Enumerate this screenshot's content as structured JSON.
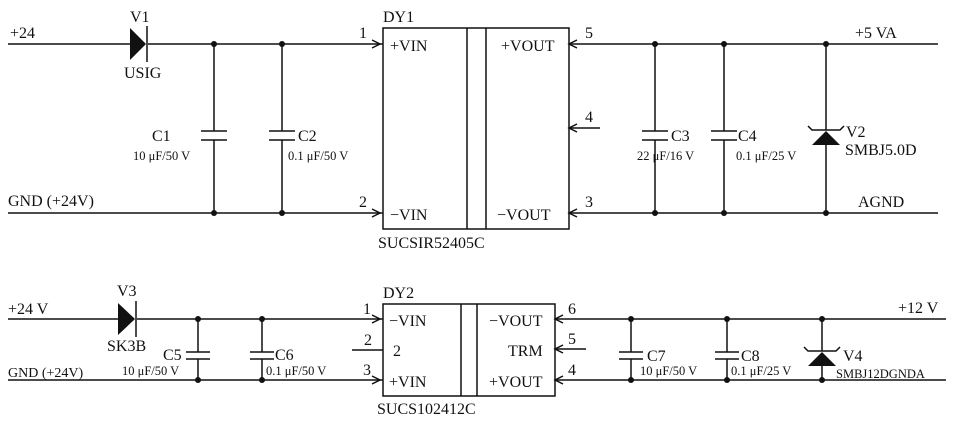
{
  "nets": {
    "in_pos_1": "+24",
    "in_gnd_1": "GND (+24V)",
    "out_pos_1": "+5 VA",
    "out_gnd_1": "AGND",
    "in_pos_2": "+24 V",
    "in_gnd_2": "GND (+24V)",
    "out_pos_2": "+12 V"
  },
  "diodes": {
    "v1": {
      "ref": "V1",
      "part": "USIG"
    },
    "v3": {
      "ref": "V3",
      "part": "SK3B"
    }
  },
  "tvs": {
    "v2": {
      "ref": "V2",
      "part": "SMBJ5.0D"
    },
    "v4": {
      "ref": "V4",
      "part": "SMBJ12DGNDA"
    }
  },
  "capacitors": {
    "c1": {
      "ref": "C1",
      "value": "10 μF/50 V"
    },
    "c2": {
      "ref": "C2",
      "value": "0.1 μF/50 V"
    },
    "c3": {
      "ref": "C3",
      "value": "22 μF/16 V"
    },
    "c4": {
      "ref": "C4",
      "value": "0.1 μF/25 V"
    },
    "c5": {
      "ref": "C5",
      "value": "10 μF/50 V"
    },
    "c6": {
      "ref": "C6",
      "value": "0.1 μF/50 V"
    },
    "c7": {
      "ref": "C7",
      "value": "10 μF/50 V"
    },
    "c8": {
      "ref": "C8",
      "value": "0.1 μF/25 V"
    }
  },
  "dy1": {
    "ref": "DY1",
    "part": "SUCSIR52405C",
    "pins": {
      "p1": {
        "num": "1",
        "name": "+VIN"
      },
      "p2": {
        "num": "2",
        "name": "−VIN"
      },
      "p5": {
        "num": "5",
        "name": "+VOUT"
      },
      "p4": {
        "num": "4",
        "name": ""
      },
      "p3": {
        "num": "3",
        "name": "−VOUT"
      }
    }
  },
  "dy2": {
    "ref": "DY2",
    "part": "SUCS102412C",
    "pins": {
      "p1": {
        "num": "1",
        "name": "−VIN"
      },
      "p2": {
        "num": "2",
        "name": "2"
      },
      "p3": {
        "num": "3",
        "name": "+VIN"
      },
      "p6": {
        "num": "6",
        "name": "−VOUT"
      },
      "p5": {
        "num": "5",
        "name": "TRM"
      },
      "p4": {
        "num": "4",
        "name": "+VOUT"
      }
    }
  }
}
